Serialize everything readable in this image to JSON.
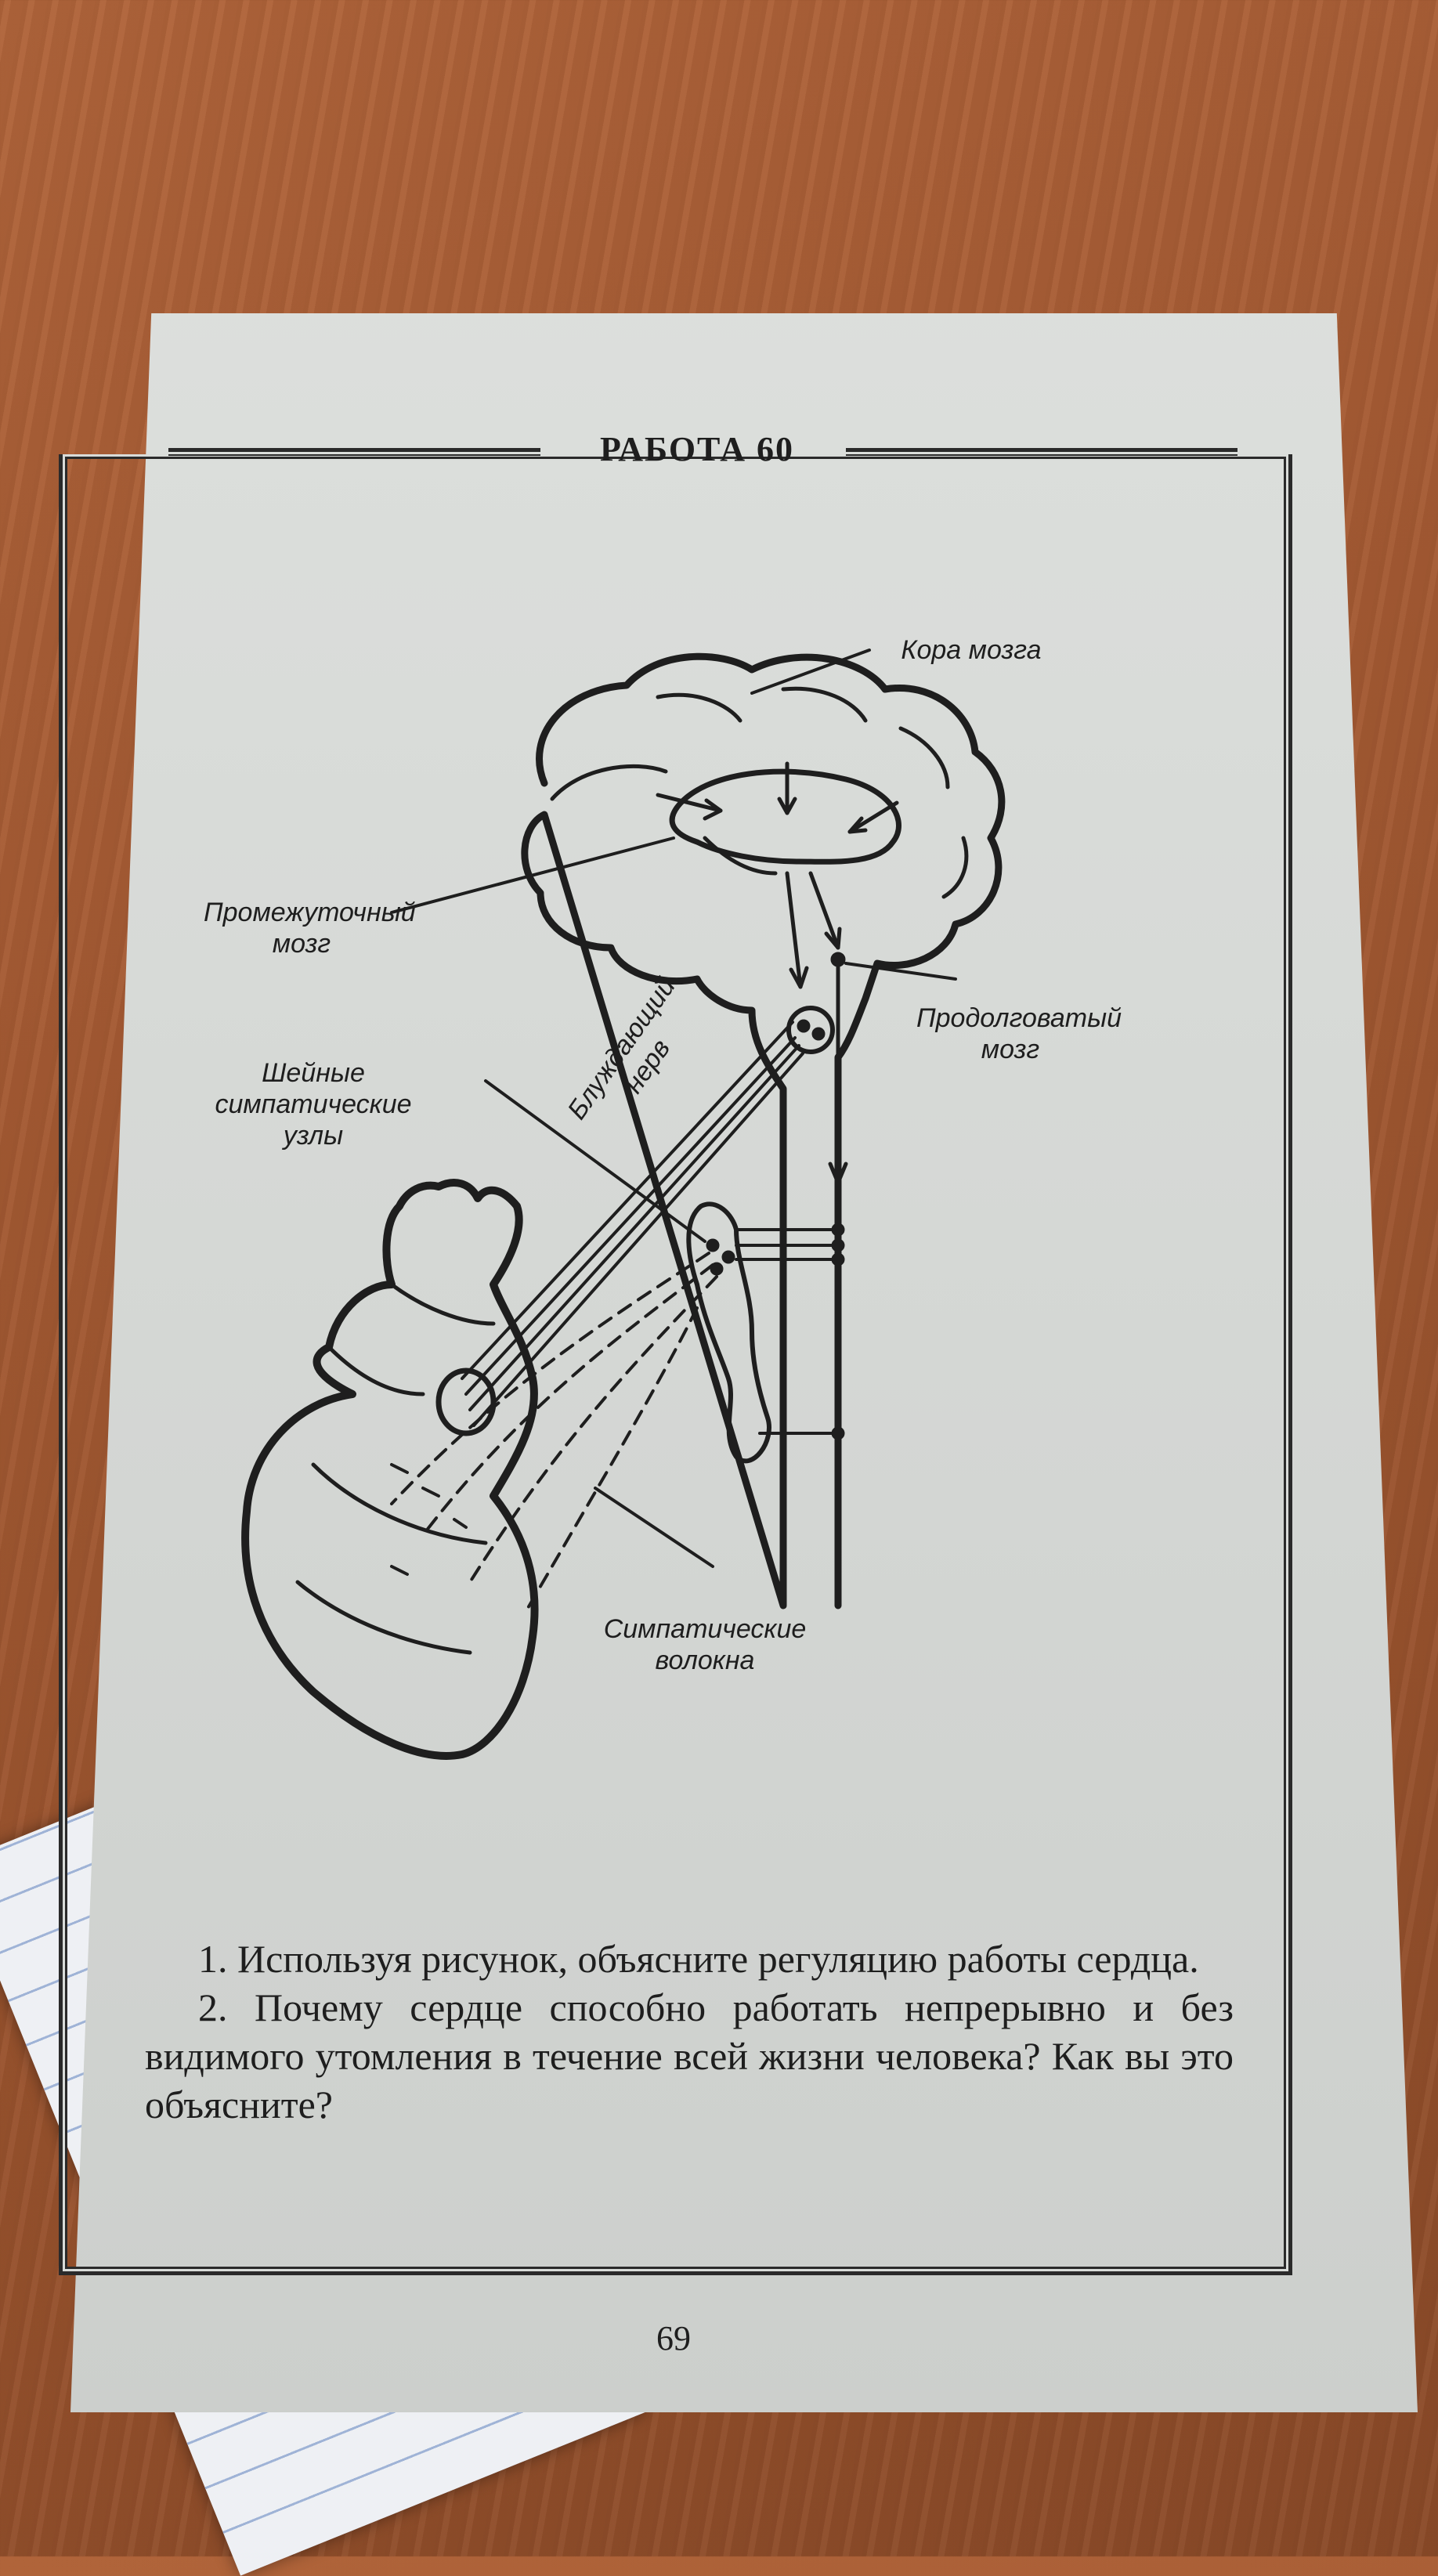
{
  "header": {
    "title": "РАБОТА 60"
  },
  "diagram": {
    "labels": {
      "cortex": "Кора мозга",
      "diencephalon": "Промежуточный\nмозг",
      "medulla": "Продолговатый\nмозг",
      "cervical_ganglia": "Шейные\nсимпатические\nузлы",
      "vagus": "Блуждающий\nнерв",
      "sympathetic_fibers": "Симпатические\nволокна"
    }
  },
  "questions": {
    "q1": "1. Используя рисунок, объясните регуляцию работы сердца.",
    "q2": "2. Почему сердце способно работать непрерывно и без видимого утомления в течение всей жизни человека? Как вы это объясните?"
  },
  "footer": {
    "page_number": "69"
  }
}
